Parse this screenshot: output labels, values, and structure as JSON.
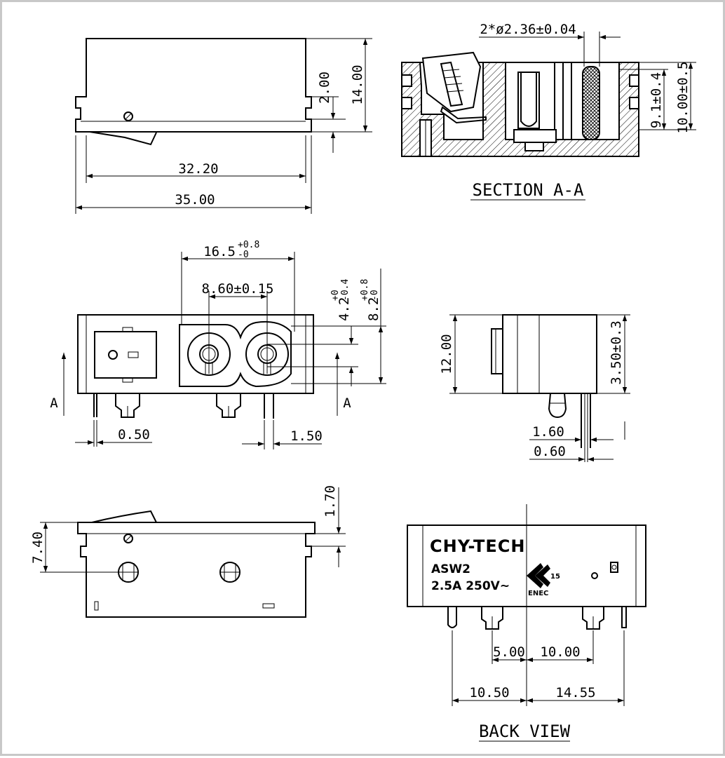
{
  "views": {
    "section_title": "SECTION A-A",
    "back_view_title": "BACK VIEW",
    "section_marker": "A"
  },
  "dims": {
    "side_top": {
      "height_2": "2.00",
      "height_14": "14.00",
      "width_32": "32.20",
      "width_35": "35.00"
    },
    "section": {
      "hole": "2*ø2.36±0.04",
      "h_9_1": "9.1±0.4",
      "h_10": "10.00±0.5"
    },
    "front": {
      "w_16_5": "16.5",
      "w_16_5_tol_up": "+0.8",
      "w_16_5_tol_dn": "-0",
      "w_8_60": "8.60±0.15",
      "v_4_2": "4.2",
      "v_4_2_tol_up": "+0",
      "v_4_2_tol_dn": "-0.4",
      "v_8_2": "8.2",
      "v_8_2_tol_up": "+0.8",
      "v_8_2_tol_dn": "-0",
      "pin_0_50": "0.50",
      "pin_1_50": "1.50"
    },
    "right": {
      "h_12": "12.00",
      "h_3_50": "3.50±0.3",
      "w_1_60": "1.60",
      "w_0_60": "0.60"
    },
    "bottom": {
      "h_7_40": "7.40",
      "h_1_70": "1.70"
    },
    "back": {
      "d_5_00": "5.00",
      "d_10_00": "10.00",
      "d_10_50": "10.50",
      "d_14_55": "14.55"
    }
  },
  "marking": {
    "brand": "CHY-TECH",
    "model": "ASW2",
    "rating": "2.5A 250V~",
    "cert_letters": "ENEC",
    "cert_number": "15"
  }
}
